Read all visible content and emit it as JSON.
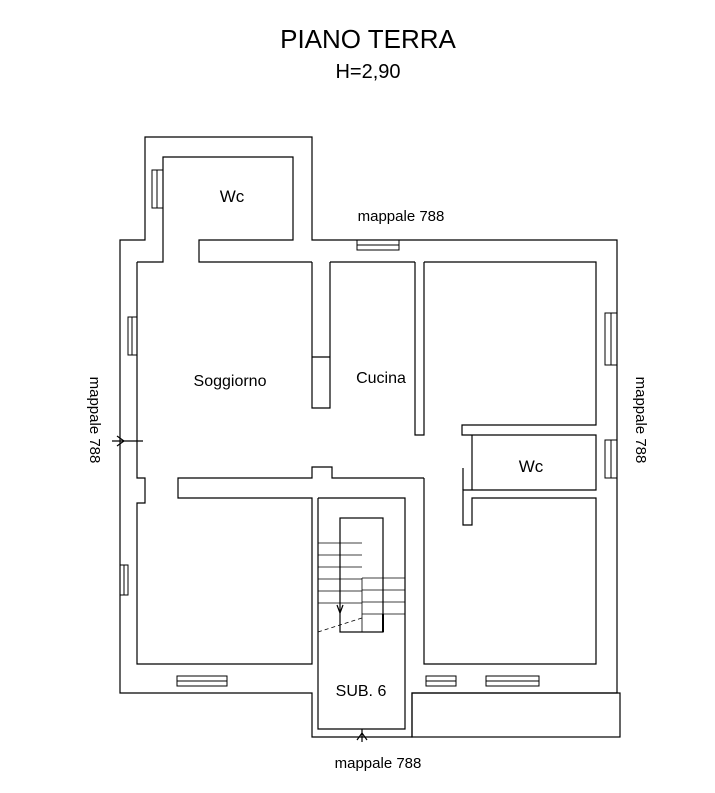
{
  "title": "PIANO TERRA",
  "height_label": "H=2,90",
  "rooms": {
    "wc_top": "Wc",
    "soggiorno": "Soggiorno",
    "cucina": "Cucina",
    "wc_right": "Wc",
    "sub6": "SUB. 6"
  },
  "boundaries": {
    "north": "mappale 788",
    "west": "mappale 788",
    "east": "mappale 788",
    "south": "mappale 788"
  }
}
